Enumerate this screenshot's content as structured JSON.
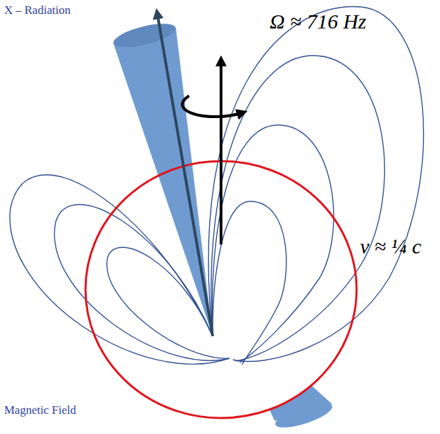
{
  "diagram": {
    "labels": [
      "X – Radiation",
      "Ω ≈ 716 Hz",
      "v ≈ ¼ c",
      "Magnetic Field"
    ]
  }
}
